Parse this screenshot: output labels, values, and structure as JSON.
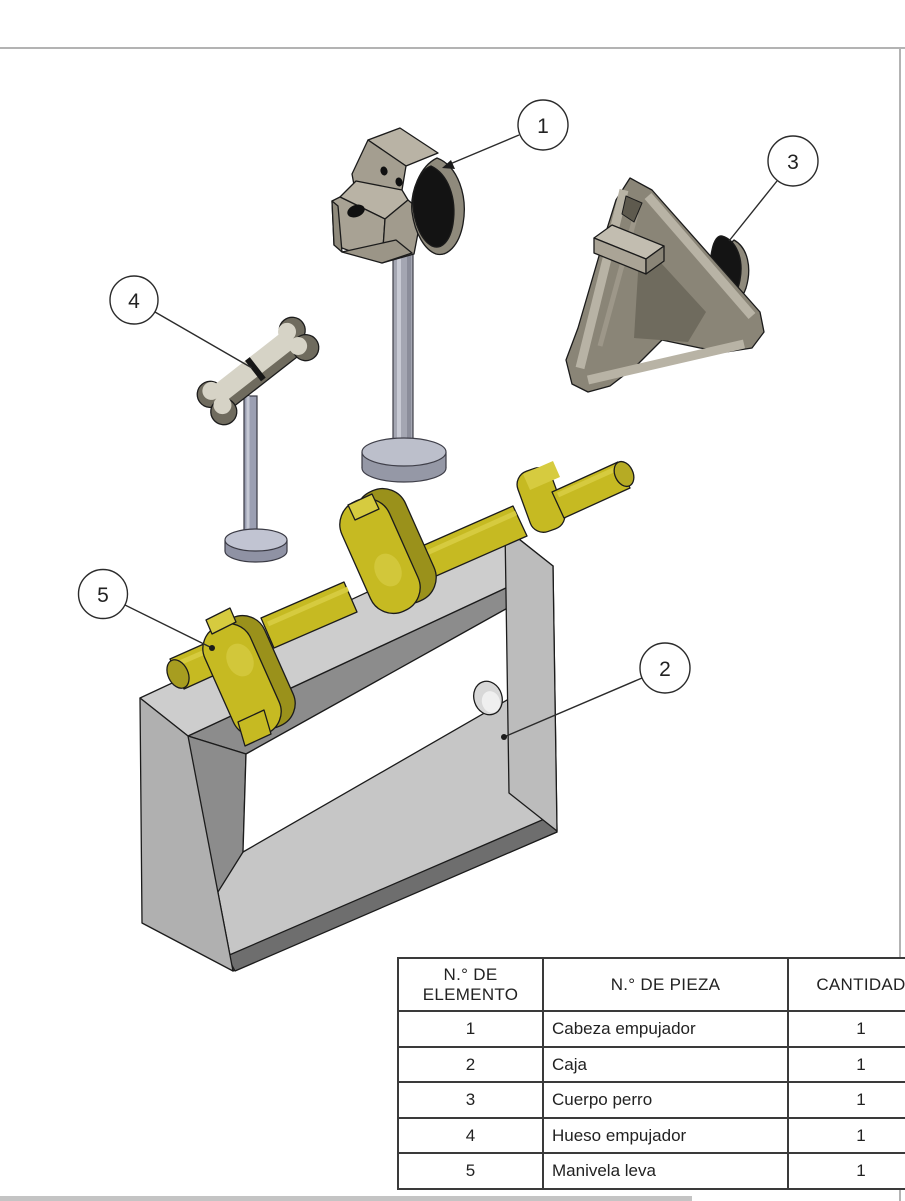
{
  "page": {
    "background": "#ffffff",
    "edge_line_color": "#b3b3b3",
    "bottom_strip_color": "#c4c4c4"
  },
  "drawing": {
    "balloons": [
      {
        "label": "1",
        "target": "cabeza-empujador"
      },
      {
        "label": "2",
        "target": "caja"
      },
      {
        "label": "3",
        "target": "cuerpo-perro"
      },
      {
        "label": "4",
        "target": "hueso-empujador"
      },
      {
        "label": "5",
        "target": "manivela-leva"
      }
    ],
    "colors": {
      "part_tan_gray": "#a49e90",
      "part_tan_light": "#b9b3a5",
      "part_tan_dark": "#6f6b5e",
      "part_black_detail": "#141414",
      "part_yellow": "#c6ba22",
      "part_yellow_dark": "#9a911b",
      "part_yellow_light": "#d6cb3f",
      "box_gray_top": "#cdcdcd",
      "box_gray_front": "#c6c6c6",
      "box_gray_inner": "#8c8c8c",
      "box_gray_bottom": "#6e6e6e",
      "post_blue_gray": "#9b9fb2",
      "post_base_top": "#c1c4d2",
      "outline": "#1b1b1b"
    }
  },
  "bom": {
    "headers": [
      "N.° DE ELEMENTO",
      "N.° DE PIEZA",
      "CANTIDAD"
    ],
    "rows": [
      {
        "elemento": "1",
        "pieza": "Cabeza empujador",
        "cantidad": "1"
      },
      {
        "elemento": "2",
        "pieza": "Caja",
        "cantidad": "1"
      },
      {
        "elemento": "3",
        "pieza": "Cuerpo perro",
        "cantidad": "1"
      },
      {
        "elemento": "4",
        "pieza": "Hueso empujador",
        "cantidad": "1"
      },
      {
        "elemento": "5",
        "pieza": "Manivela leva",
        "cantidad": "1"
      }
    ]
  }
}
